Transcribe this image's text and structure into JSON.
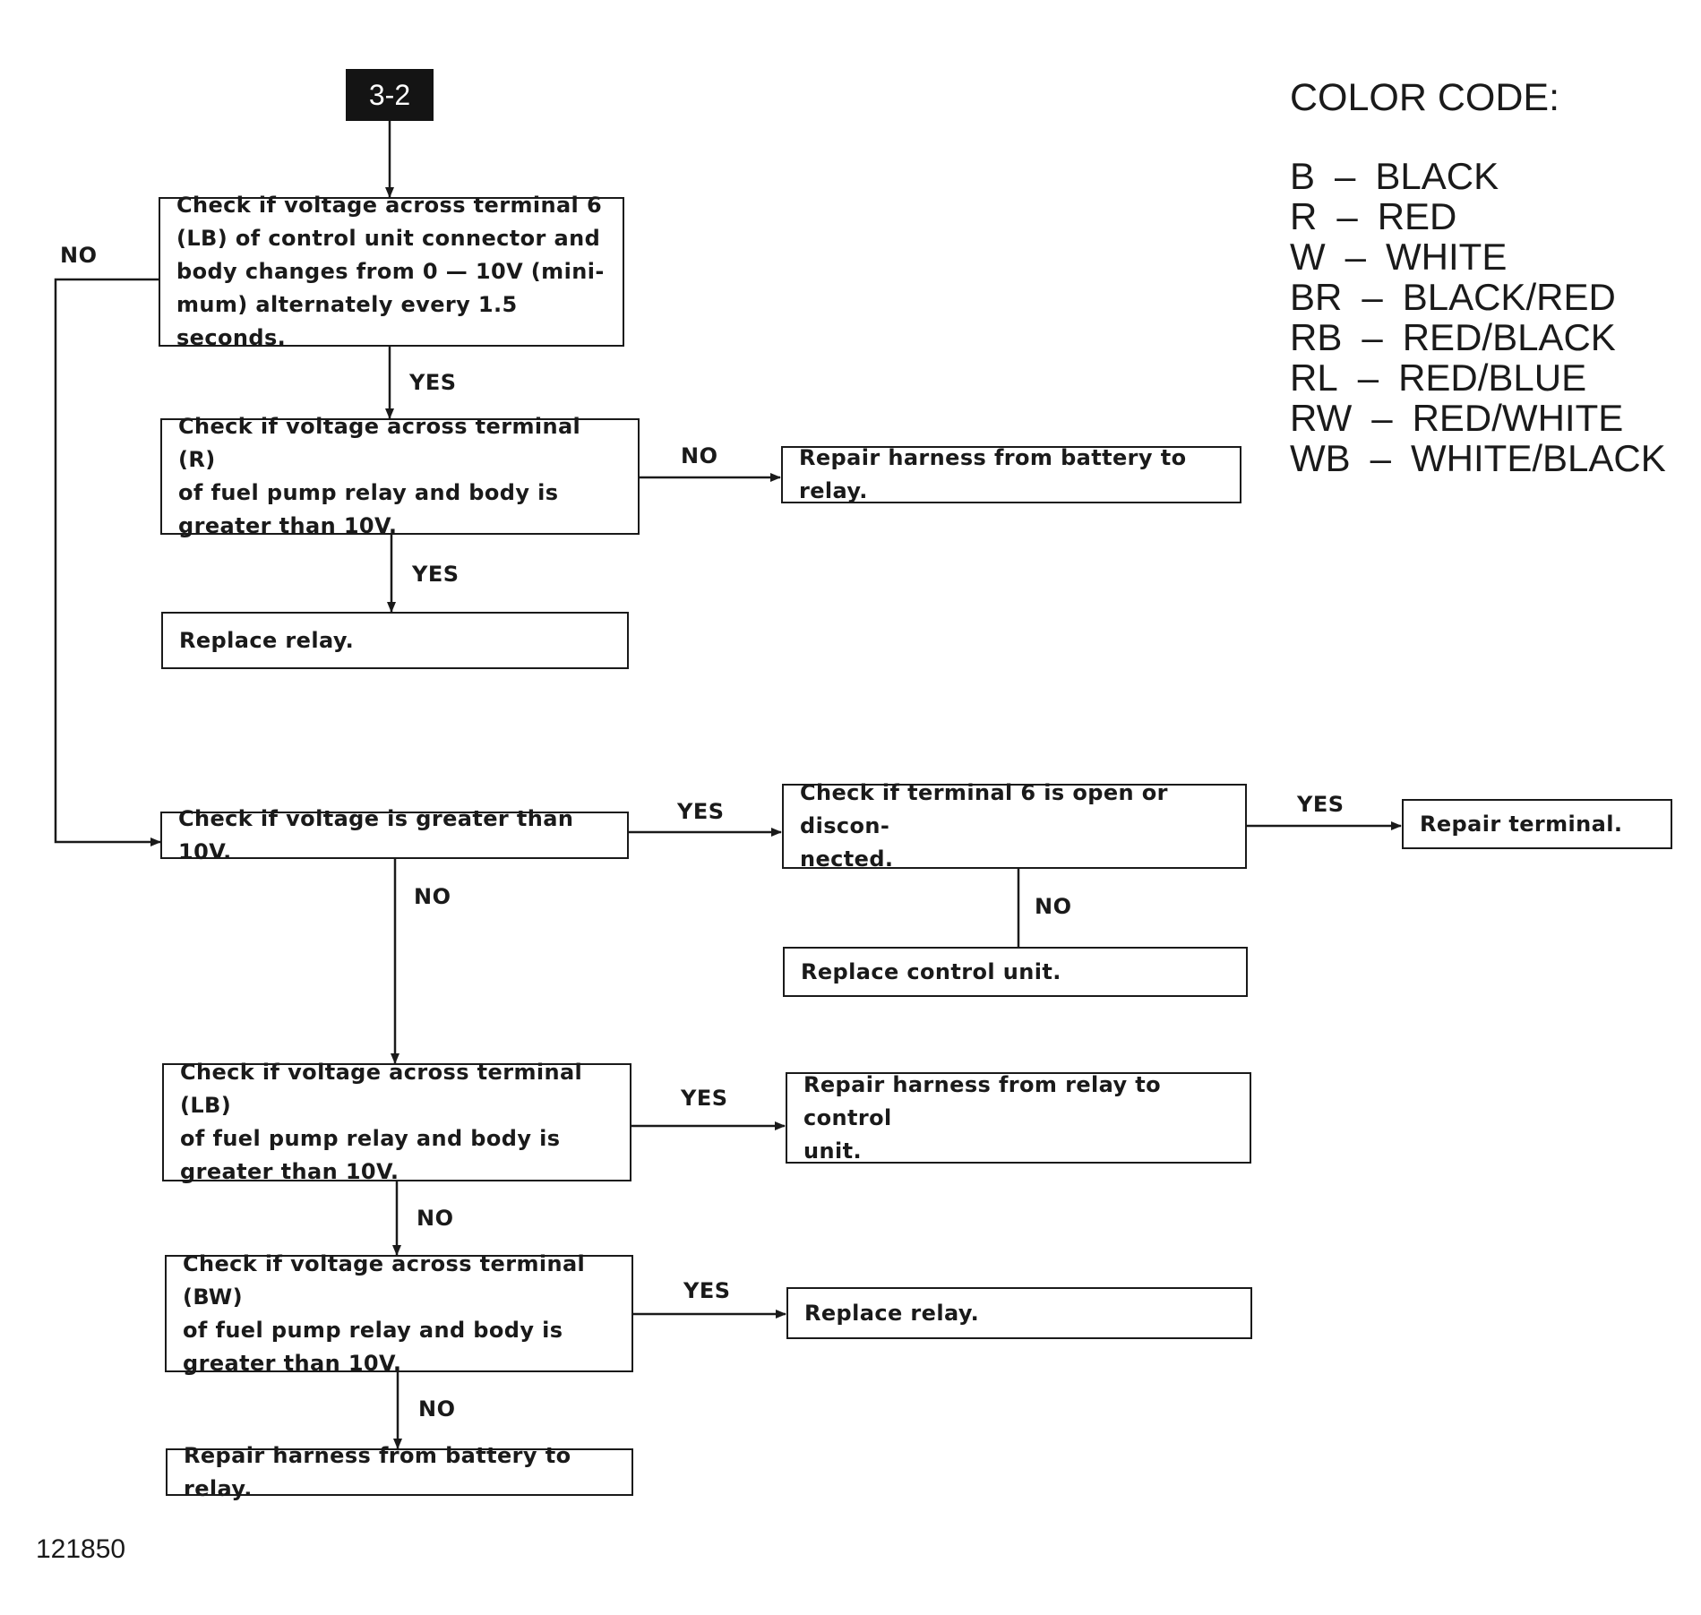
{
  "start_tag": "3-2",
  "color_code": {
    "title": "COLOR CODE:",
    "entries": [
      {
        "code": "B",
        "name": "BLACK"
      },
      {
        "code": "R",
        "name": "RED"
      },
      {
        "code": "W",
        "name": "WHITE"
      },
      {
        "code": "BR",
        "name": "BLACK/RED"
      },
      {
        "code": "RB",
        "name": "RED/BLACK"
      },
      {
        "code": "RL",
        "name": "RED/BLUE"
      },
      {
        "code": "RW",
        "name": "RED/WHITE"
      },
      {
        "code": "WB",
        "name": "WHITE/BLACK"
      }
    ],
    "separator": "–"
  },
  "steps": {
    "check_lb_pulse": [
      "Check if voltage across terminal 6",
      "(LB) of control unit connector and",
      "body changes from 0 — 10V (mini-",
      "mum) alternately every 1.5 seconds."
    ],
    "check_relay_r": [
      "Check if voltage across terminal (R)",
      "of fuel pump relay and body is",
      "greater than 10V."
    ],
    "replace_relay_1": [
      "Replace relay."
    ],
    "repair_battery_relay_1": [
      "Repair harness from battery to relay."
    ],
    "check_voltage_10v": [
      "Check if voltage is greater than 10V."
    ],
    "check_terminal_6_open": [
      "Check if terminal 6 is open or discon-",
      "nected."
    ],
    "repair_terminal": [
      "Repair terminal."
    ],
    "replace_control_unit": [
      "Replace control unit."
    ],
    "check_relay_lb": [
      "Check if voltage across terminal (LB)",
      "of fuel pump relay and body is",
      "greater than 10V."
    ],
    "repair_relay_cu": [
      "Repair harness from relay to control",
      "unit."
    ],
    "check_relay_bw": [
      "Check if voltage across terminal (BW)",
      "of fuel pump relay and body is",
      "greater than 10V."
    ],
    "replace_relay_2": [
      "Replace relay."
    ],
    "repair_battery_relay_2": [
      "Repair harness from battery to relay."
    ]
  },
  "branch_labels": {
    "pulse_no": "NO",
    "pulse_yes": "YES",
    "relay_r_no": "NO",
    "relay_r_yes": "YES",
    "v10_yes": "YES",
    "v10_no": "NO",
    "t6_yes": "YES",
    "t6_no": "NO",
    "relay_lb_yes": "YES",
    "relay_lb_no": "NO",
    "relay_bw_yes": "YES",
    "relay_bw_no": "NO"
  },
  "figure_id": "121850"
}
